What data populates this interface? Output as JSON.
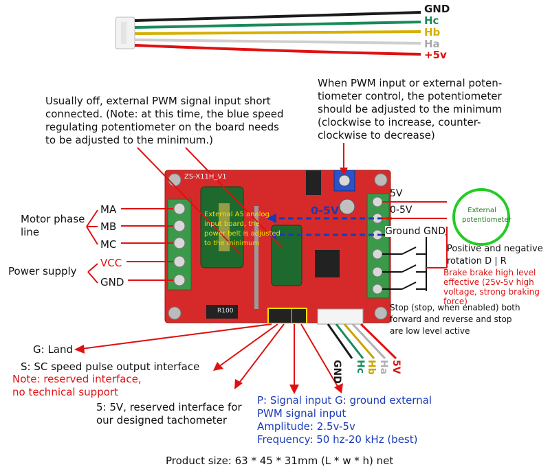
{
  "cable": {
    "wires": [
      {
        "label": "GND",
        "color": "#1a1a1a"
      },
      {
        "label": "Hc",
        "color": "#1a8a5a"
      },
      {
        "label": "Hb",
        "color": "#d4b000"
      },
      {
        "label": "Ha",
        "color": "#bdbdbd"
      },
      {
        "label": "+5v",
        "color": "#e01010"
      }
    ]
  },
  "notes": {
    "top_left": [
      "Usually off, external PWM signal input short",
      "connected. (Note: at this time, the blue speed",
      "regulating potentiometer on the board needs",
      "to be adjusted to the minimum.)"
    ],
    "top_right": [
      "When PWM input or external poten-",
      "tiometer control, the potentiometer",
      "should be adjusted to the minimum",
      "(clockwise to increase, counter-",
      "clockwise to decrease)"
    ]
  },
  "left_labels": {
    "motor_phase": [
      "Motor phase",
      "line"
    ],
    "ma": "MA",
    "mb": "MB",
    "mc": "MC",
    "power_supply": "Power supply",
    "vcc": "VCC",
    "gnd": "GND"
  },
  "board": {
    "model": "ZS-X11H_V1",
    "overlay": [
      "External A5 analog",
      "input board, the",
      "power belt is adjusted",
      "to the minimum"
    ],
    "range": "0-5V",
    "r_label": "R100"
  },
  "right_labels": {
    "v5": "5V",
    "v05": "0-5V",
    "ground": "Ground GND",
    "external_pot": [
      "External",
      "potentiometer"
    ],
    "direction": [
      "Positive and negative",
      "rotation D | R"
    ],
    "brake": [
      "Brake brake high level",
      "effective (25v-5v high",
      "voltage, strong braking",
      "force)"
    ],
    "stop": [
      "Stop (stop, when enabled) both",
      "forward and reverse and stop",
      "are low level active"
    ]
  },
  "connector_wires": [
    {
      "label": "GND",
      "color": "#1a1a1a"
    },
    {
      "label": "Hc",
      "color": "#1a8a5a"
    },
    {
      "label": "Hb",
      "color": "#c9a400"
    },
    {
      "label": "Ha",
      "color": "#b0b0b0"
    },
    {
      "label": "5V",
      "color": "#e01010"
    }
  ],
  "bottom": {
    "g_land": "G: Land",
    "s_line": "S: SC speed pulse output interface",
    "note": [
      "Note: reserved interface,",
      "no technical support"
    ],
    "five_v": [
      "5: 5V, reserved interface for",
      "our designed tachometer"
    ],
    "pwm": [
      "P: Signal input G: ground external",
      "PWM signal input",
      "Amplitude: 2.5v-5v",
      "Frequency: 50 hz-20 kHz (best)"
    ],
    "size": "Product size: 63 * 45 * 31mm (L * w * h) net"
  }
}
